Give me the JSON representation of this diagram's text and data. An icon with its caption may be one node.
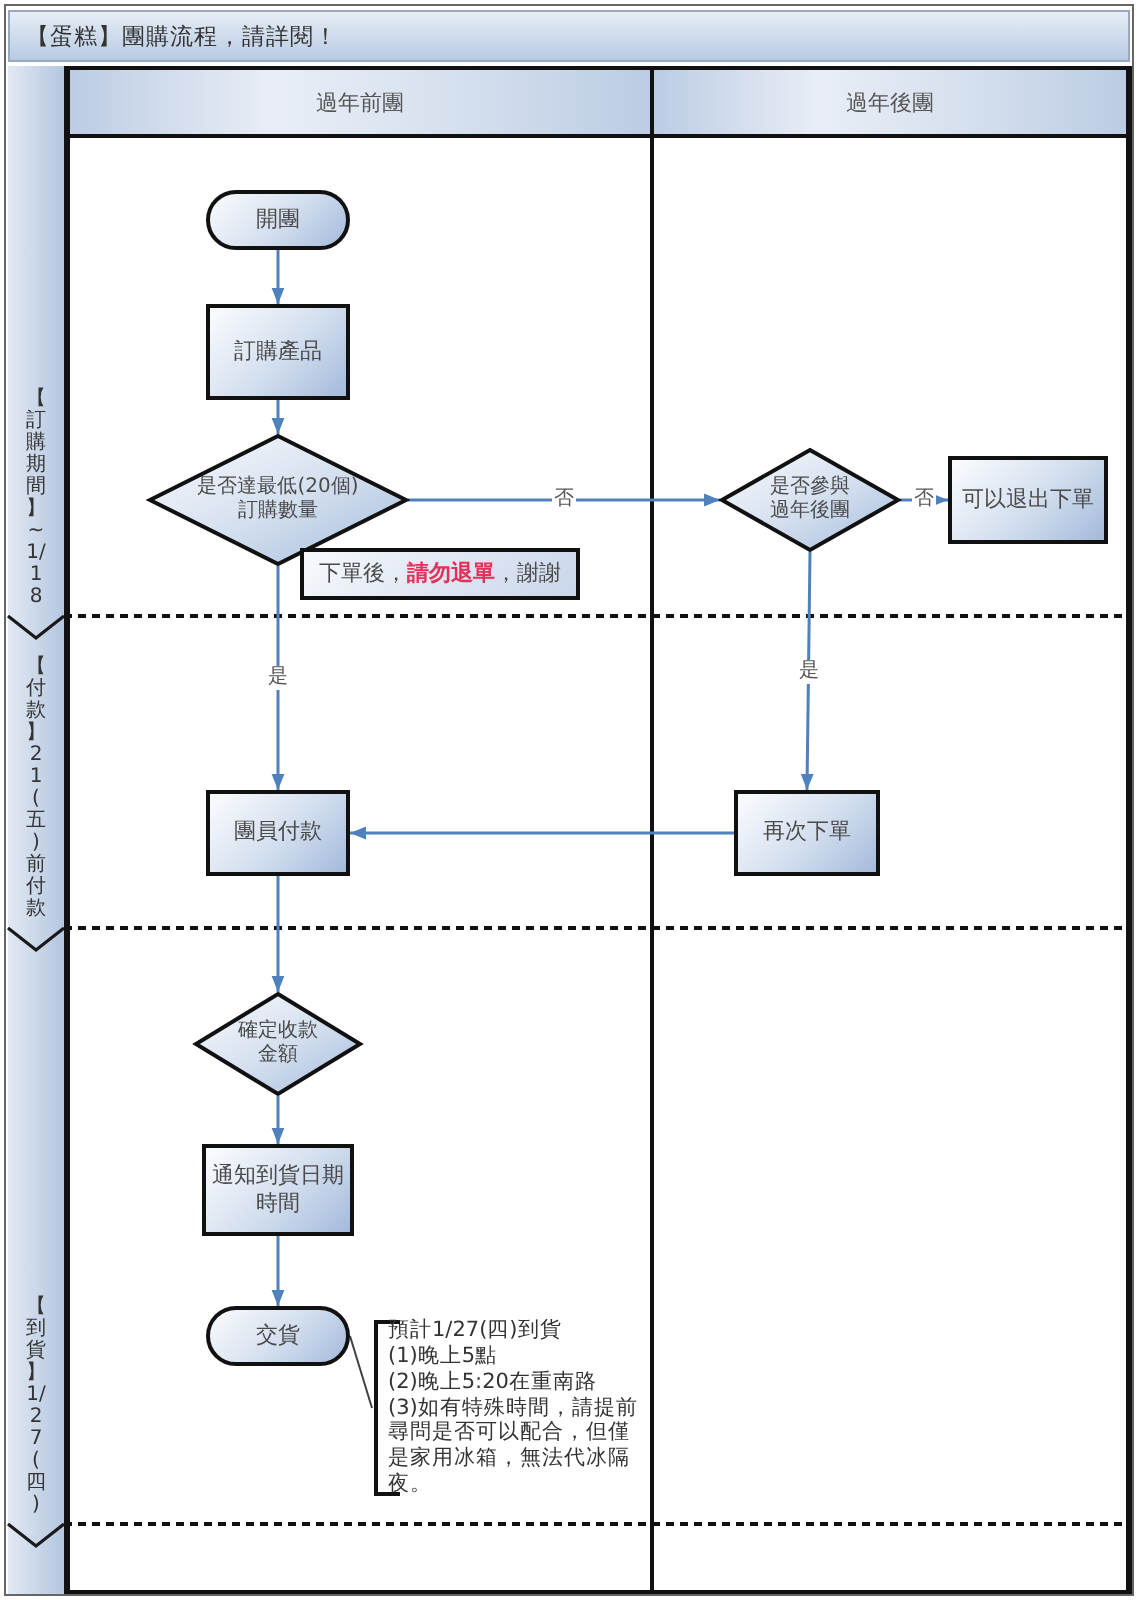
{
  "diagram": {
    "title": "【蛋糕】團購流程，請詳閱！",
    "nodes": [
      {
        "text": [
          "過年前團"
        ]
      },
      {
        "text": [
          "過年後團"
        ]
      },
      {
        "text": [
          "【訂購期間】~1/18"
        ]
      },
      {
        "text": [
          "【付款】21(五)前付款"
        ]
      },
      {
        "text": [
          "【到貨】1/27(四)"
        ]
      },
      {
        "text": [
          "開團"
        ],
        "in": 0
      },
      {
        "text": [
          "訂購產品"
        ],
        "in": 0
      },
      {
        "text": [
          "是否達最低(20個)訂購數量"
        ],
        "in": 0
      },
      {
        "text": [
          "下單後，**請勿退單**，謝謝"
        ],
        "in": 0
      },
      {
        "text": [
          "是否參與過年後團"
        ],
        "in": 1
      },
      {
        "text": [
          "可以退出下單"
        ],
        "in": 1
      },
      {
        "text": [
          "團員付款"
        ],
        "in": 0
      },
      {
        "text": [
          "再次下單"
        ],
        "in": 1
      },
      {
        "text": [
          "確定收款金額"
        ],
        "in": 0
      },
      {
        "text": [
          "通知到貨日期時間"
        ],
        "in": 0
      },
      {
        "text": [
          "交貨"
        ],
        "in": 0
      },
      {
        "text": [
          "預計1/27(四)到貨",
          "(1)晚上5點",
          "(2)晚上5:20在重南路",
          "(3)如有特殊時間，請提前尋問是否可以配合，但僅是家用冰箱，無法代冰隔夜。"
        ],
        "in": 0
      }
    ],
    "edges": [
      {
        "from": 5,
        "to": 6,
        "arrow": "to"
      },
      {
        "from": 6,
        "to": 7,
        "arrow": "to"
      },
      {
        "from": 7,
        "to": 9,
        "arrow": "to",
        "label": "否"
      },
      {
        "from": 9,
        "to": 10,
        "arrow": "to",
        "label": "否"
      },
      {
        "from": 7,
        "to": 11,
        "arrow": "to",
        "label": "是"
      },
      {
        "from": 9,
        "to": 12,
        "arrow": "to",
        "label": "是"
      },
      {
        "from": 12,
        "to": 11,
        "arrow": "to"
      },
      {
        "from": 11,
        "to": 13,
        "arrow": "to"
      },
      {
        "from": 13,
        "to": 14,
        "arrow": "to"
      },
      {
        "from": 14,
        "to": 15,
        "arrow": "to"
      },
      {
        "from": 16,
        "to": 15,
        "arrow": "none",
        "color": "#404040"
      }
    ]
  }
}
